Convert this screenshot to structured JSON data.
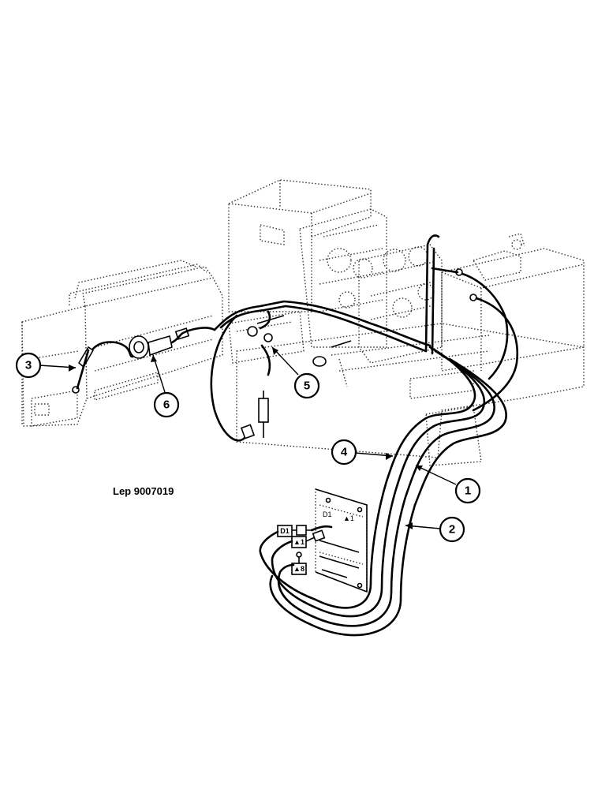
{
  "drawing": {
    "reference": "Lep 9007019"
  },
  "callouts": [
    {
      "id": "1",
      "label": "1"
    },
    {
      "id": "2",
      "label": "2"
    },
    {
      "id": "3",
      "label": "3"
    },
    {
      "id": "4",
      "label": "4"
    },
    {
      "id": "5",
      "label": "5"
    },
    {
      "id": "6",
      "label": "6"
    }
  ],
  "connector_tags": {
    "d1": "D1",
    "a1": "▲1",
    "a8": "▲8"
  },
  "panel_labels": {
    "d1": "D1",
    "a1": "▲1"
  }
}
